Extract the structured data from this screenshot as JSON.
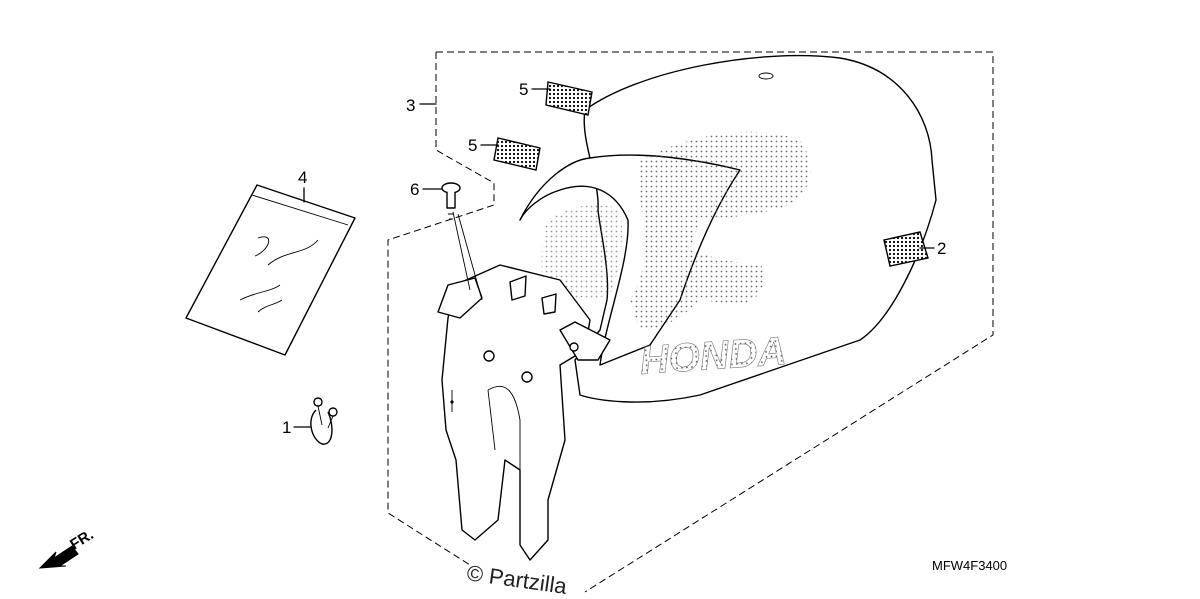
{
  "callouts": {
    "c1": "1",
    "c2": "2",
    "c3": "3",
    "c4": "4",
    "c5a": "5",
    "c5b": "5",
    "c6": "6"
  },
  "diagram_code": "MFW4F3400",
  "direction_label": "FR.",
  "fender_logo_text": "HONDA",
  "watermark": "© Partzilla",
  "colors": {
    "line": "#000000",
    "background": "#ffffff",
    "stipple": "#555555"
  }
}
